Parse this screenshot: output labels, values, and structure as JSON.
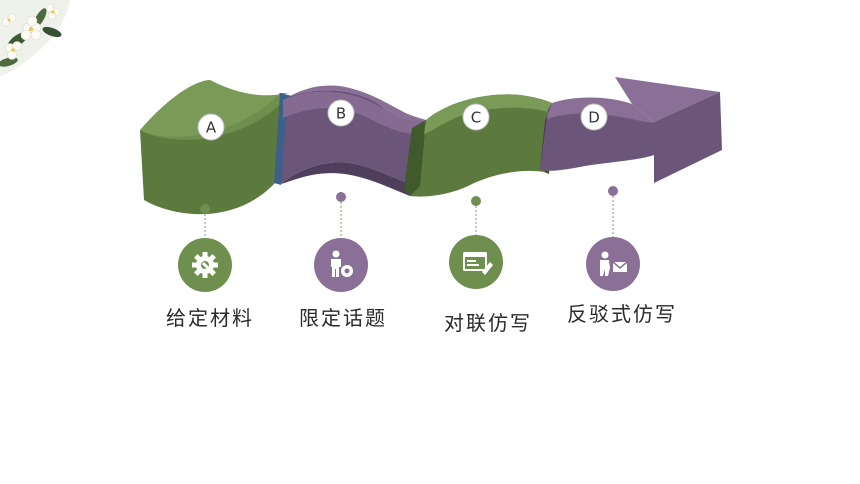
{
  "steps": [
    {
      "letter": "A",
      "label": "给定材料",
      "color": "#6f8f4e",
      "icon": "gear-wrench-icon"
    },
    {
      "letter": "B",
      "label": "限定话题",
      "color": "#8a6f96",
      "icon": "person-gear-icon"
    },
    {
      "letter": "C",
      "label": "对联仿写",
      "color": "#6f8f4e",
      "icon": "browser-edit-icon"
    },
    {
      "letter": "D",
      "label": "反驳式仿写",
      "color": "#8a6f96",
      "icon": "person-mail-icon"
    }
  ],
  "colors": {
    "green": "#6f8f4e",
    "green_dark": "#5d7a3e",
    "green_side": "#415a2c",
    "purple": "#8a6f96",
    "purple_dark": "#6b567a",
    "purple_side": "#4f3f5c",
    "blue_edge": "#3d5f8a"
  }
}
